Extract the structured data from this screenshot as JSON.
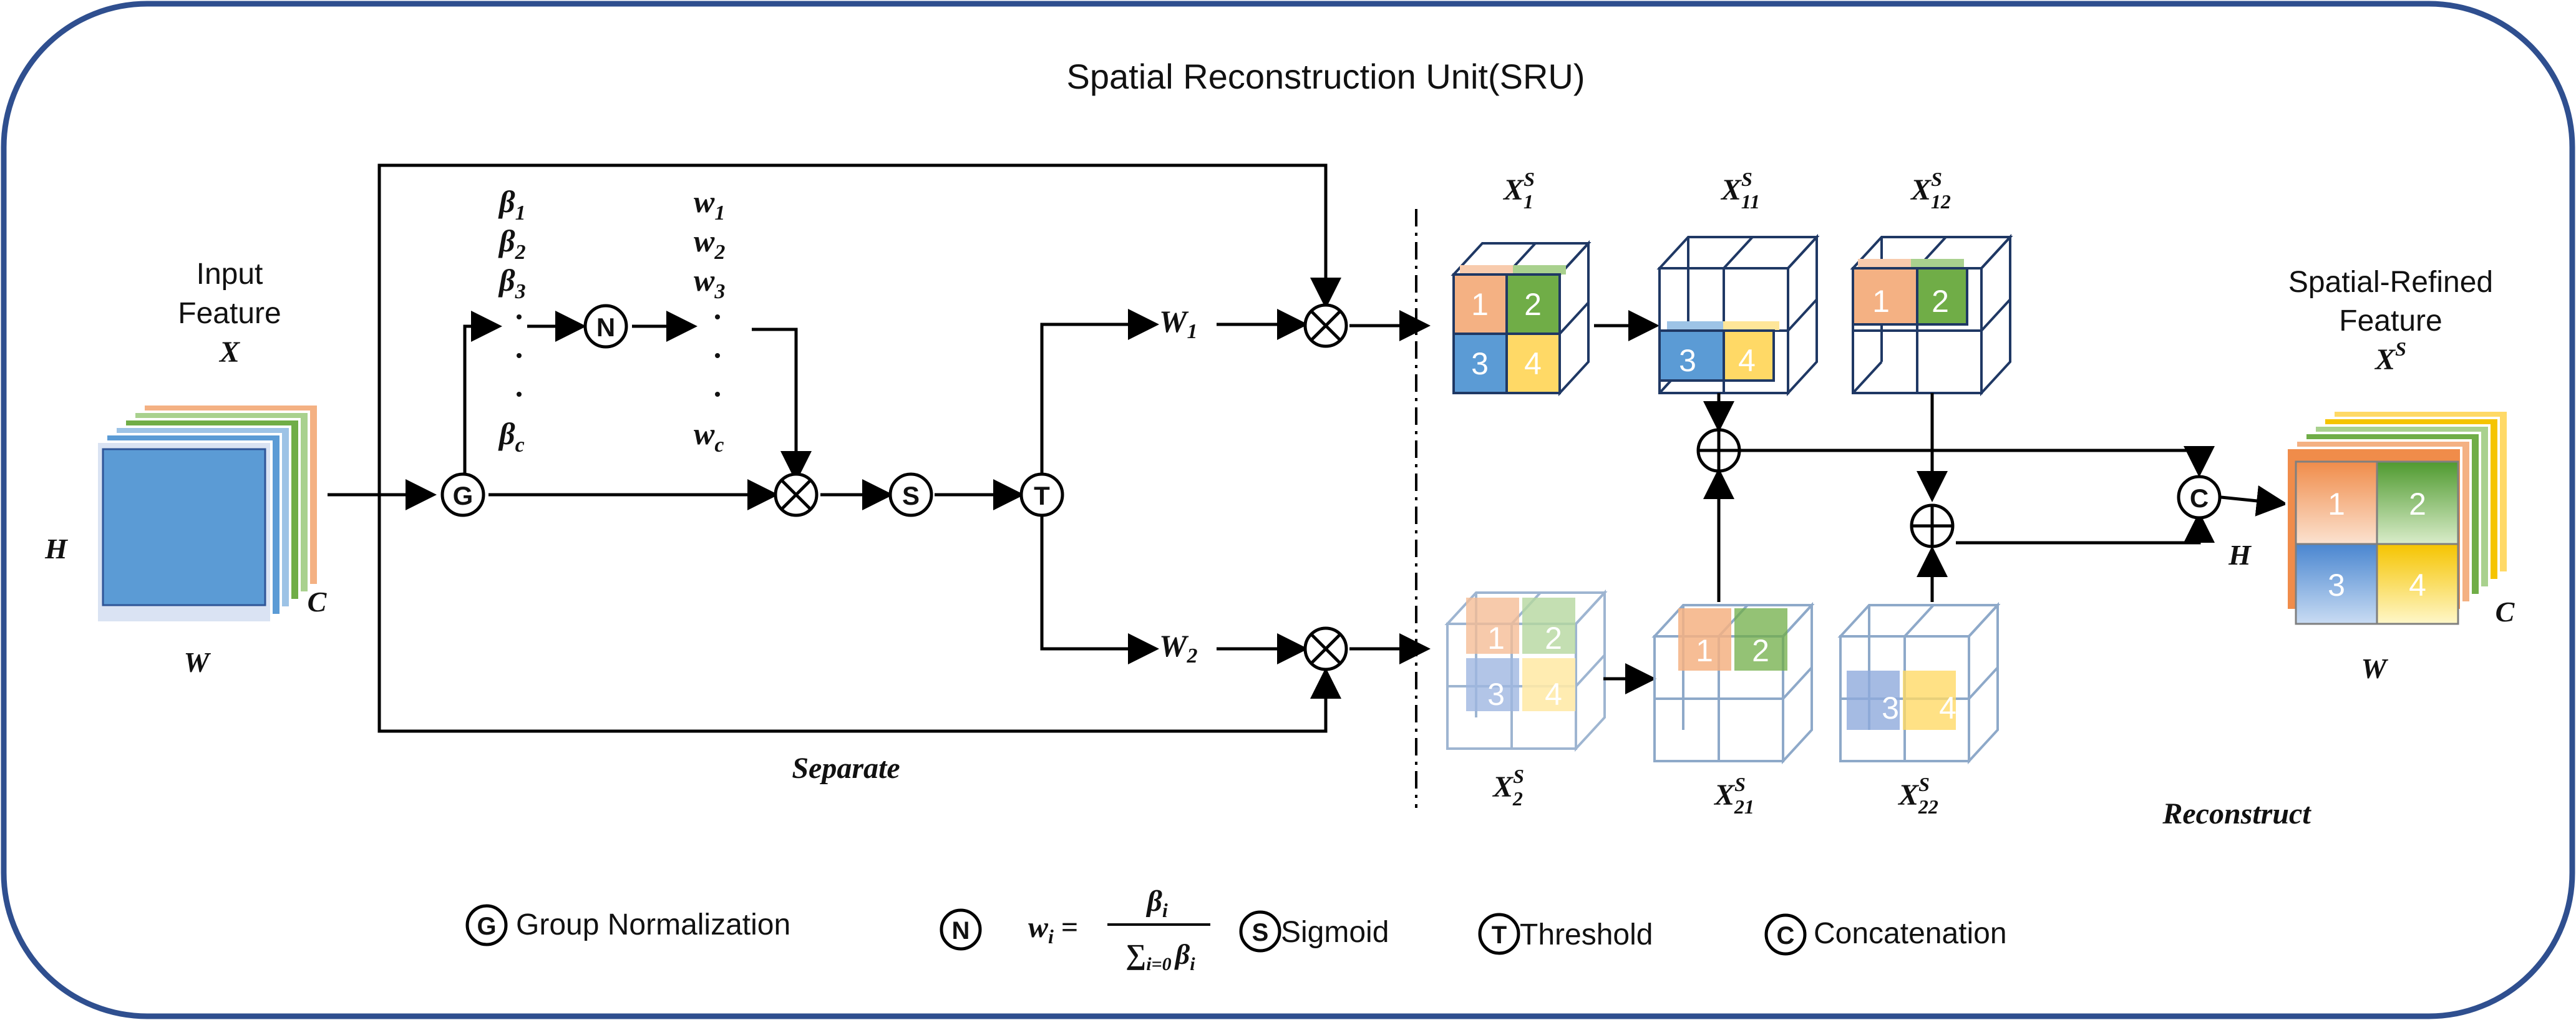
{
  "title": "Spatial Reconstruction Unit(SRU)",
  "input": {
    "label_line1": "Input",
    "label_line2": "Feature",
    "var": "X",
    "h": "H",
    "w": "W",
    "c": "C"
  },
  "output": {
    "label_line1": "Spatial-Refined",
    "label_line2": "Feature",
    "var": "X",
    "var_sup": "S",
    "h": "H",
    "w": "W",
    "c": "C"
  },
  "betas": [
    {
      "base": "β",
      "sub": "1"
    },
    {
      "base": "β",
      "sub": "2"
    },
    {
      "base": "β",
      "sub": "3"
    },
    {
      "base": "β",
      "sub": "c"
    }
  ],
  "weights": [
    {
      "base": "w",
      "sub": "1"
    },
    {
      "base": "w",
      "sub": "2"
    },
    {
      "base": "w",
      "sub": "3"
    },
    {
      "base": "w",
      "sub": "c"
    }
  ],
  "ops": {
    "g": "G",
    "n": "N",
    "s": "S",
    "t": "T",
    "c": "C"
  },
  "branch_w1": {
    "base": "W",
    "sub": "1"
  },
  "branch_w2": {
    "base": "W",
    "sub": "2"
  },
  "cube_labels": {
    "x1": {
      "base": "X",
      "sub": "1",
      "sup": "S"
    },
    "x11": {
      "base": "X",
      "sub": "11",
      "sup": "S"
    },
    "x12": {
      "base": "X",
      "sub": "12",
      "sup": "S"
    },
    "x2": {
      "base": "X",
      "sub": "2",
      "sup": "S"
    },
    "x21": {
      "base": "X",
      "sub": "21",
      "sup": "S"
    },
    "x22": {
      "base": "X",
      "sub": "22",
      "sup": "S"
    }
  },
  "cell_numbers": [
    "1",
    "2",
    "3",
    "4"
  ],
  "section_separate": "Separate",
  "section_reconstruct": "Reconstruct",
  "legend": {
    "group_norm": "Group Normalization",
    "sigmoid": "Sigmoid",
    "threshold": "Threshold",
    "concat": "Concatenation",
    "formula_lhs": "w",
    "formula_lhs_sub": "i",
    "formula_eq": "=",
    "formula_num": "β",
    "formula_num_sub": "i",
    "formula_den": "∑",
    "formula_den_sub": "i=0",
    "formula_den_beta": "β",
    "formula_den_beta_sub": "i"
  },
  "colors": {
    "border": "#2f4f8f",
    "orange": "#f4b183",
    "green": "#70ad47",
    "blue": "#5b9bd5",
    "yellow": "#ffe699",
    "cube_edge": "#1f3864",
    "faded_edge": "#8ea9c9"
  }
}
